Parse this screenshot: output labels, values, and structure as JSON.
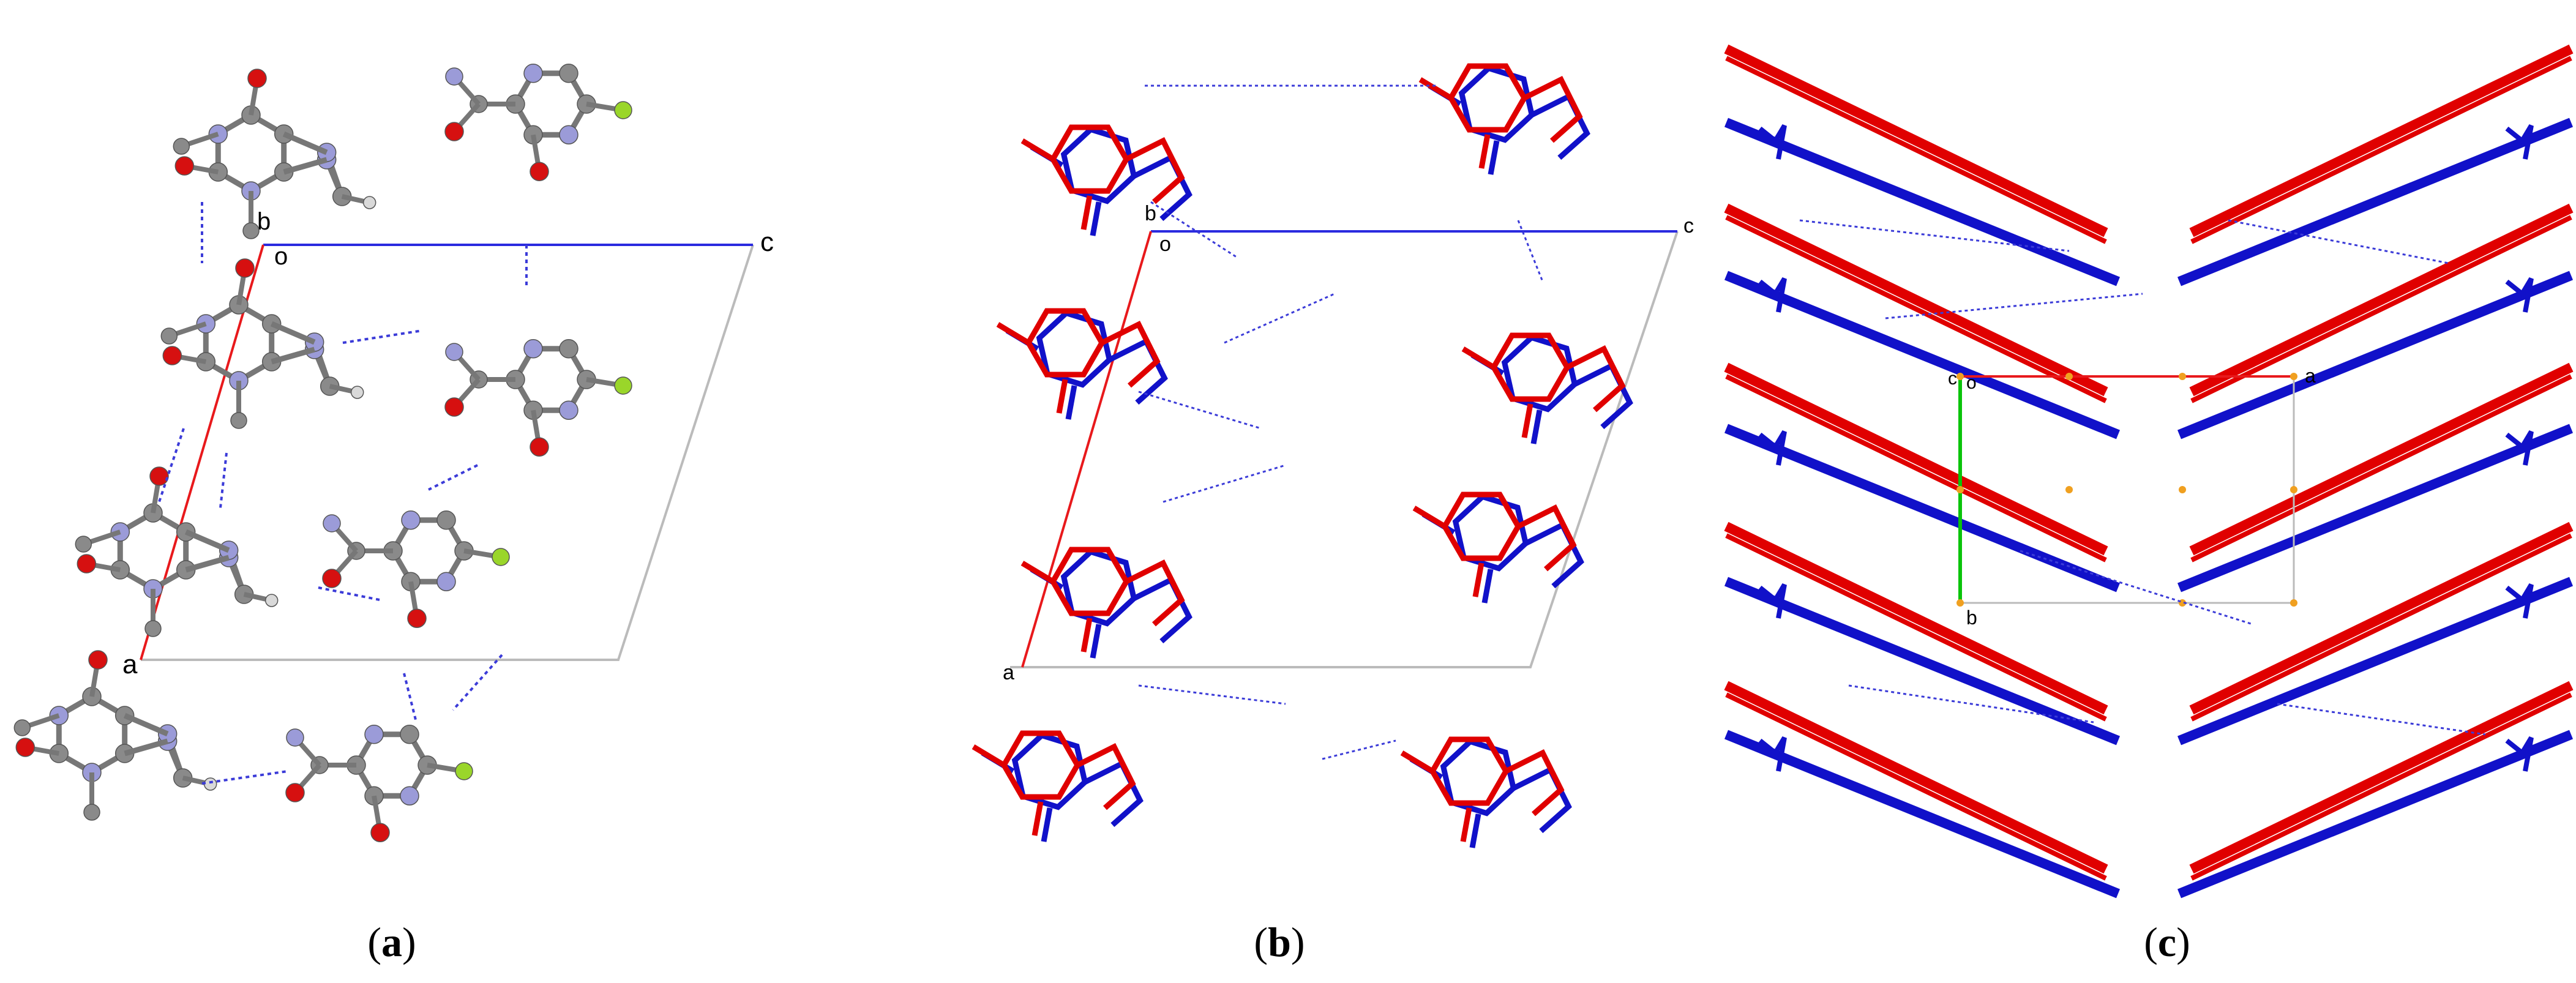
{
  "panels": [
    {
      "id": "a",
      "caption_open": "(",
      "caption_letter": "a",
      "caption_close": ")",
      "axis_labels": {
        "a": "a",
        "b": "b",
        "c": "c",
        "origin": "o"
      }
    },
    {
      "id": "b",
      "caption_open": "(",
      "caption_letter": "b",
      "caption_close": ")",
      "axis_labels": {
        "a": "a",
        "b": "b",
        "c": "c",
        "origin": "o"
      }
    },
    {
      "id": "c",
      "caption_open": "(",
      "caption_letter": "c",
      "caption_close": ")",
      "axis_labels": {
        "a": "a",
        "b": "b",
        "c": "c",
        "origin": "o"
      }
    }
  ],
  "colors": {
    "axis_a": "#e8191c",
    "axis_b": "#0ac40a",
    "axis_c": "#2a2adf",
    "cell_edge": "#bbbbbb",
    "carbon": "#8a8a8a",
    "nitrogen": "#9b9bd8",
    "oxygen": "#d61010",
    "hydrogen": "#d9d9d9",
    "fluorine": "#9ad62a",
    "hbond": "#3b3bd8",
    "molecule_red": "#e00000",
    "molecule_blue": "#1111c9"
  },
  "icons": [
    "ball-and-stick-molecule",
    "wireframe-molecule"
  ]
}
